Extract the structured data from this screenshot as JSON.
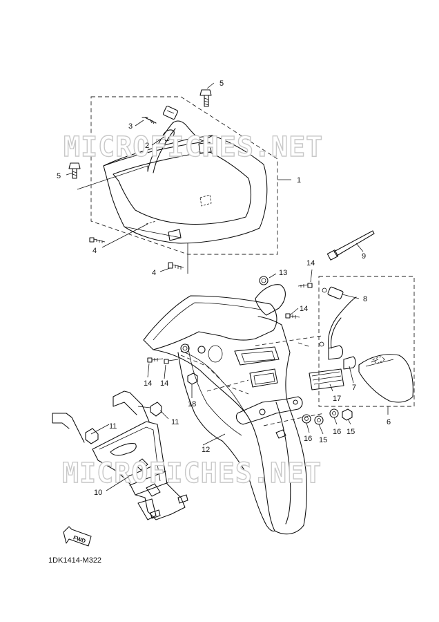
{
  "diagram_code": "1DK1414-M322",
  "watermark": "MICROFICHES.NET",
  "fwd_label": "FWD",
  "callouts": [
    {
      "id": "c1",
      "label": "1"
    },
    {
      "id": "c2",
      "label": "2"
    },
    {
      "id": "c3",
      "label": "3"
    },
    {
      "id": "c4a",
      "label": "4"
    },
    {
      "id": "c4b",
      "label": "4"
    },
    {
      "id": "c5a",
      "label": "5"
    },
    {
      "id": "c5b",
      "label": "5"
    },
    {
      "id": "c6",
      "label": "6"
    },
    {
      "id": "c7",
      "label": "7"
    },
    {
      "id": "c8",
      "label": "8"
    },
    {
      "id": "c9",
      "label": "9"
    },
    {
      "id": "c10",
      "label": "10"
    },
    {
      "id": "c11a",
      "label": "11"
    },
    {
      "id": "c11b",
      "label": "11"
    },
    {
      "id": "c12",
      "label": "12"
    },
    {
      "id": "c13",
      "label": "13"
    },
    {
      "id": "c14a",
      "label": "14"
    },
    {
      "id": "c14b",
      "label": "14"
    },
    {
      "id": "c14c",
      "label": "14"
    },
    {
      "id": "c14d",
      "label": "14"
    },
    {
      "id": "c15a",
      "label": "15"
    },
    {
      "id": "c15b",
      "label": "15"
    },
    {
      "id": "c16a",
      "label": "16"
    },
    {
      "id": "c16b",
      "label": "16"
    },
    {
      "id": "c17",
      "label": "17"
    },
    {
      "id": "c18",
      "label": "18"
    }
  ]
}
